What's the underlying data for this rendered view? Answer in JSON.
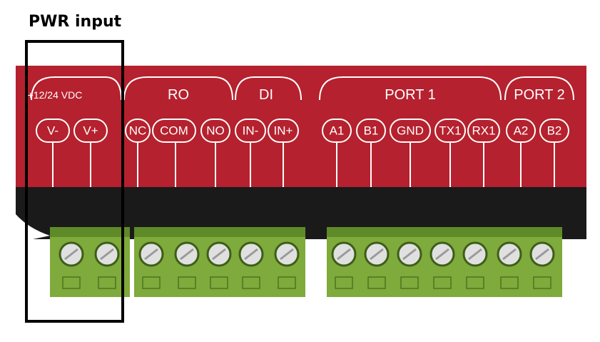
{
  "callout": {
    "title": "PWR input"
  },
  "groups": [
    {
      "label": "+12/24 VDC",
      "pins": [
        "V-",
        "V+"
      ]
    },
    {
      "label": "RO",
      "pins": [
        "NC",
        "COM",
        "NO"
      ]
    },
    {
      "label": "DI",
      "pins": [
        "IN-",
        "IN+"
      ]
    },
    {
      "label": "PORT 1",
      "pins": [
        "A1",
        "B1",
        "GND",
        "TX1",
        "RX1"
      ]
    },
    {
      "label": "PORT 2",
      "pins": [
        "A2",
        "B2"
      ]
    }
  ],
  "colors": {
    "panel_red": "#b5212e",
    "housing_black": "#1a1a1a",
    "terminal_green": "#7faa3c",
    "terminal_green_dark": "#5f8a28",
    "screw_gray": "#d9d9d9",
    "outline_white": "#ffffff",
    "callout_box": "#000000"
  }
}
